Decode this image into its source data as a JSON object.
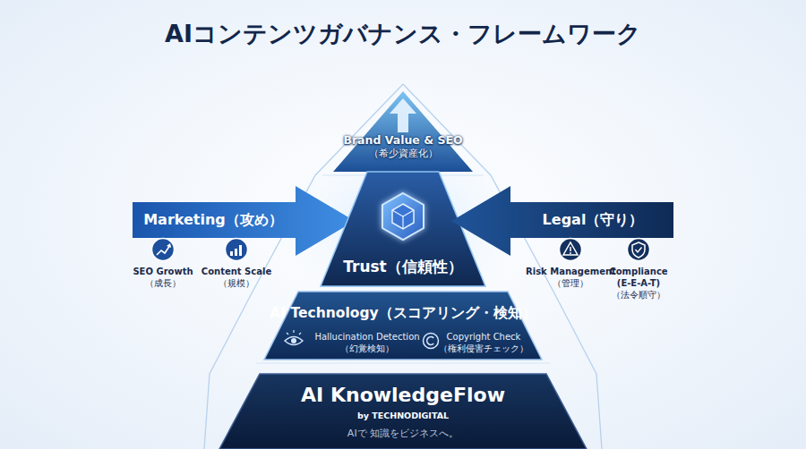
{
  "diagram": {
    "title": "AIコンテンツガバナンス・フレームワーク",
    "nodes": [
      {
        "text": [
          "Brand Value & SEO",
          "（希少資産化）"
        ]
      },
      {
        "text": [
          "Marketing（攻め）"
        ]
      },
      {
        "text": [
          "SEO Growth",
          "（成長）"
        ],
        "in": 1
      },
      {
        "text": [
          "Content Scale",
          "（規模）"
        ],
        "in": 1
      },
      {
        "text": [
          "Trust（信頼性）"
        ]
      },
      {
        "text": [
          "Legal（守り）"
        ]
      },
      {
        "text": [
          "Risk Management",
          "（管理）"
        ],
        "in": 5
      },
      {
        "text": [
          "Compliance",
          "(E-E-A-T)",
          "（法令順守）"
        ],
        "in": 5
      },
      {
        "text": [
          "AI Technology（スコアリング・検知）"
        ]
      },
      {
        "text": [
          "Hallucination Detection",
          "（幻覚検知）"
        ],
        "in": 8
      },
      {
        "text": [
          "Copyright Check",
          "（権利侵害チェック）"
        ],
        "in": 8
      },
      {
        "text": [
          "AI KnowledgeFlow",
          "by TECHNODIGITAL",
          "AIで 知識をビジネスへ。"
        ]
      }
    ]
  }
}
